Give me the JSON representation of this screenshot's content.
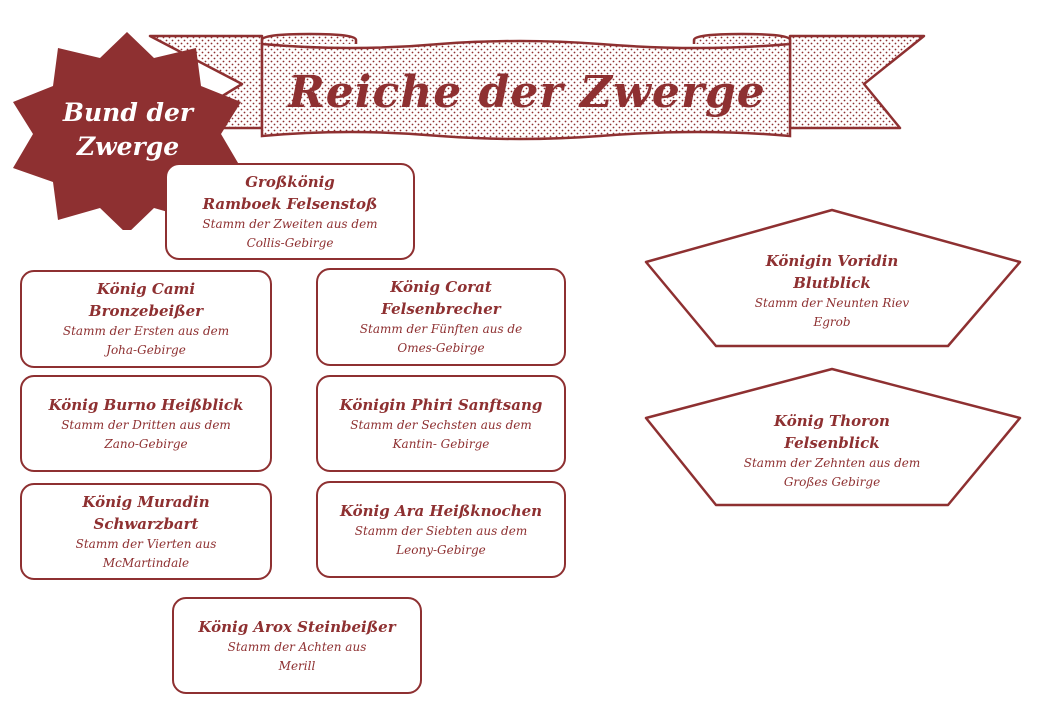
{
  "banner": {
    "title": "Reiche der Zwerge"
  },
  "seal": {
    "line1": "Bund der",
    "line2": "Zwerge"
  },
  "colors": {
    "accent": "#8e3031",
    "background": "#ffffff"
  },
  "boxes": {
    "grosskoenig": {
      "title1": "Großkönig",
      "title2": "Ramboek Felsenstoß",
      "sub1": "Stamm der Zweiten aus dem",
      "sub2": "Collis-Gebirge"
    },
    "cami": {
      "title1": "König Cami",
      "title2": "Bronzebeißer",
      "sub1": "Stamm der Ersten aus dem",
      "sub2": "Joha-Gebirge"
    },
    "corat": {
      "title1": "König Corat",
      "title2": "Felsenbrecher",
      "sub1": "Stamm der Fünften aus de",
      "sub2": "Omes-Gebirge"
    },
    "burno": {
      "title1": "König Burno Heißblick",
      "sub1": "Stamm der Dritten aus dem",
      "sub2": "Zano-Gebirge"
    },
    "phiri": {
      "title1": "Königin Phiri Sanftsang",
      "sub1": "Stamm der Sechsten aus dem",
      "sub2": "Kantin- Gebirge"
    },
    "muradin": {
      "title1": "König Muradin",
      "title2": "Schwarzbart",
      "sub1": "Stamm der Vierten aus",
      "sub2": "McMartindale"
    },
    "ara": {
      "title1": "König Ara Heißknochen",
      "sub1": "Stamm der Siebten aus dem",
      "sub2": "Leony-Gebirge"
    },
    "arox": {
      "title1": "König Arox Steinbeißer",
      "sub1": "Stamm der Achten aus",
      "sub2": "Merill"
    }
  },
  "pentagons": {
    "voridin": {
      "title1": "Königin Voridin",
      "title2": "Blutblick",
      "sub1": "Stamm der Neunten Riev",
      "sub2": "Egrob"
    },
    "thoron": {
      "title1": "König Thoron",
      "title2": "Felsenblick",
      "sub1": "Stamm der Zehnten aus dem",
      "sub2": "Großes Gebirge"
    }
  }
}
